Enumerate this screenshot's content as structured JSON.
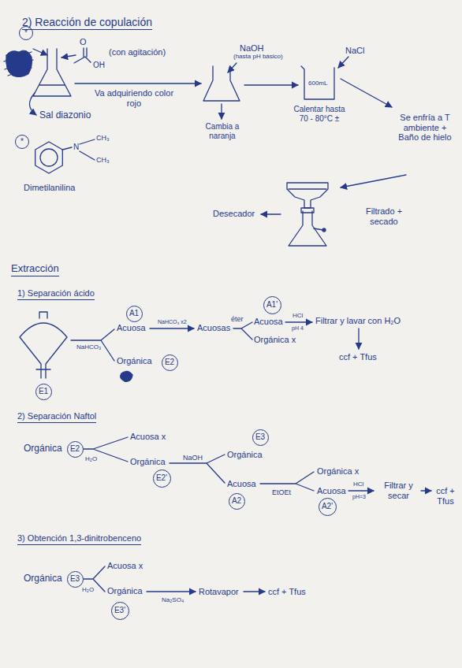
{
  "diagram": {
    "nodes": [
      {
        "text": [
          "*"
        ]
      },
      {
        "text": [
          "*"
        ]
      },
      {
        "text": [
          "E1"
        ]
      },
      {
        "text": [
          "A1"
        ]
      },
      {
        "text": [
          "E2"
        ]
      },
      {
        "text": [
          "A1'"
        ]
      },
      {
        "text": [
          "E2"
        ]
      },
      {
        "text": [
          "E3"
        ]
      },
      {
        "text": [
          "E2'"
        ]
      },
      {
        "text": [
          "A2"
        ]
      },
      {
        "text": [
          "A2'"
        ]
      },
      {
        "text": [
          "E3"
        ]
      },
      {
        "text": [
          "E3'"
        ]
      }
    ],
    "labels": [
      "2) Reacción de copulación",
      "O",
      "OH",
      "(con agitación)",
      "Va adquiriendo color rojo",
      "Sal diazonio",
      "NaOH",
      "(hasta pH básico)",
      "Cambia a naranja",
      "600mL",
      "NaCl",
      "Calentar hasta 70 - 80°C ±",
      "Se enfría a T ambiente + Baño de hielo",
      "Filtrado + secado",
      "Desecador",
      "CH₃",
      "CH₃",
      "N",
      "Dimetilanilina",
      "Extracción",
      "1) Separación ácido",
      "NaHCO₃",
      "Acuosa",
      "Orgánica",
      "NaHCO₃ x2",
      "Acuosas",
      "éter",
      "Acuosa",
      "Orgánica x",
      "HCl",
      "pH 4",
      "Filtrar y lavar con H₂O",
      "ccf + Tfus",
      "2) Separación Naftol",
      "Orgánica",
      "H₂O",
      "Acuosa x",
      "Orgánica",
      "NaOH",
      "Orgánica",
      "Acuosa",
      "EtOEt",
      "Orgánica x",
      "Acuosa",
      "HCl",
      "pH=3",
      "Filtrar y secar",
      "ccf + Tfus",
      "3) Obtención 1,3-dinitrobenceno",
      "Orgánica",
      "H₂O",
      "Acuosa x",
      "Orgánica",
      "Na₂SO₄",
      "Rotavapor",
      "ccf + Tfus"
    ]
  }
}
